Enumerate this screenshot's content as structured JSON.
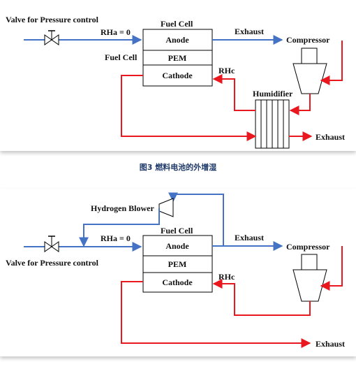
{
  "colors": {
    "hydrogen": "#4472c4",
    "air": "#e8181e",
    "stroke": "#000000"
  },
  "top": {
    "valve_label": "Valve for Pressure control",
    "rha_label": "RHa = 0",
    "fuel_cell_title": "Fuel  Cell",
    "fuel_cell_side": "Fuel  Cell",
    "anode": "Anode",
    "pem": "PEM",
    "cathode": "Cathode",
    "exhaust_anode": "Exhaust",
    "compressor": "Compressor",
    "rhc_label": "RHc",
    "humidifier": "Humidifier",
    "exhaust_cathode": "Exhaust"
  },
  "caption": "图3  燃料电池的外增湿",
  "bottom": {
    "hydrogen_blower": "Hydrogen Blower",
    "rha_label": "RHa = 0",
    "fuel_cell_title": "Fuel  Cell",
    "anode": "Anode",
    "pem": "PEM",
    "cathode": "Cathode",
    "exhaust_anode": "Exhaust",
    "compressor": "Compressor",
    "valve_label": "Valve for Pressure control",
    "rhc_label": "RHc",
    "exhaust_cathode": "Exhaust"
  }
}
